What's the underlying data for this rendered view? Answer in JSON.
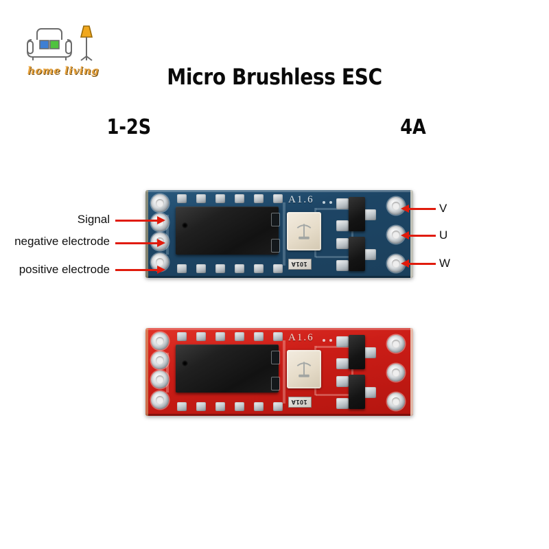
{
  "page": {
    "background_color": "#ffffff",
    "title": "Micro Brushless ESC"
  },
  "logo": {
    "name": "home-living-logo",
    "text": "home  living",
    "icon": "sofa-and-lamp-icon",
    "colors": {
      "text": "#e8a33d",
      "sofa_outline": "#6b6b6b",
      "cushion_blue": "#3f7fd4",
      "cushion_green": "#4fc23e",
      "lamp": "#f0a81e"
    }
  },
  "specs": {
    "cells": "1-2S",
    "current": "4A"
  },
  "annotations": {
    "left": [
      {
        "label": "Signal",
        "target": "signal-pad"
      },
      {
        "label": "negative electrode",
        "target": "negative-pad"
      },
      {
        "label": "positive electrode",
        "target": "positive-pad"
      }
    ],
    "right": [
      {
        "label": "V",
        "target": "phase-v-pad"
      },
      {
        "label": "U",
        "target": "phase-u-pad"
      },
      {
        "label": "W",
        "target": "phase-w-pad"
      }
    ],
    "arrow_color": "#e01b0c"
  },
  "boards": [
    {
      "name": "blue-pcb",
      "color_label": "blue",
      "pcb_color": "#1e4663",
      "silkscreen": "A1.6",
      "resistor_marking": "101A"
    },
    {
      "name": "red-pcb",
      "color_label": "red",
      "pcb_color": "#cf1f18",
      "silkscreen": "A1.6",
      "resistor_marking": "101A"
    }
  ]
}
